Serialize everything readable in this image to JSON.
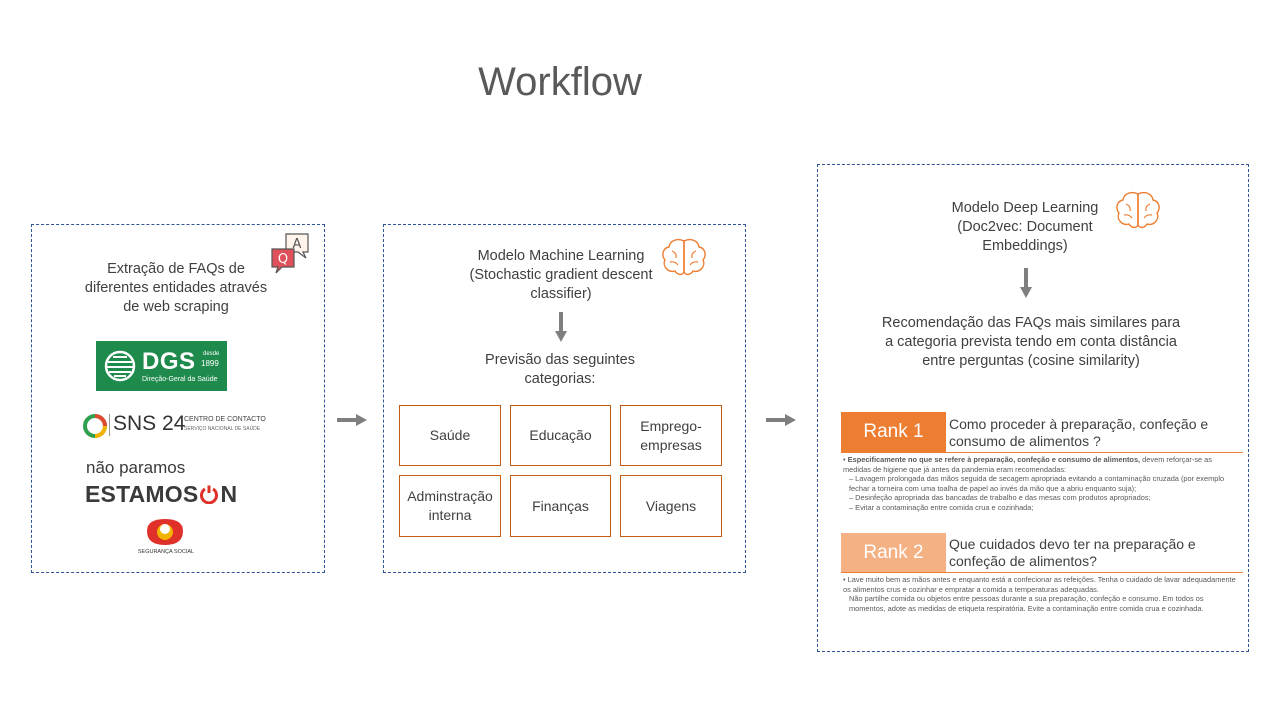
{
  "title": "Workflow",
  "panel1": {
    "text": "Extração de FAQs de diferentes entidades através de web scraping",
    "logos": {
      "dgs": {
        "main": "DGS",
        "since": "desde",
        "year": "1899",
        "sub": "Direção-Geral da Saúde"
      },
      "sns": {
        "main": "SNS 24",
        "line1": "CENTRO DE CONTACTO",
        "line2": "SERVIÇO NACIONAL DE SAÚDE"
      },
      "estamos": {
        "line1": "não paramos",
        "line2_a": "ESTAMOS",
        "line2_b": "N"
      },
      "seg": {
        "label": "SEGURANÇA SOCIAL"
      }
    },
    "qa_icon": {
      "a": "A",
      "q": "Q"
    }
  },
  "panel2": {
    "model": "Modelo Machine Learning (Stochastic gradient descent classifier)",
    "prediction": "Previsão das seguintes categorias:",
    "categories": [
      "Saúde",
      "Educação",
      "Emprego-empresas",
      "Adminstração interna",
      "Finanças",
      "Viagens"
    ]
  },
  "panel3": {
    "model": "Modelo Deep Learning (Doc2vec: Document Embeddings)",
    "recommendation": "Recomendação das FAQs mais similares para a categoria prevista tendo em conta distância entre perguntas (cosine similarity)",
    "ranks": [
      {
        "label": "Rank 1",
        "question": "Como proceder à preparação, confeção e consumo de alimentos ?",
        "answer_bold": "Especificamente no que se refere à preparação, confeção e consumo de alimentos,",
        "answer_lead": " devem reforçar-se as medidas de higiene que já antes da pandemia eram recomendadas:",
        "answer_items": [
          "– Lavagem prolongada das mãos seguida de secagem apropriada evitando a contaminação cruzada (por exemplo fechar a torneira com uma toalha de papel ao invés da mão que a abriu enquanto suja);",
          "– Desinfeção apropriada das bancadas de trabalho e das mesas com produtos apropriados;",
          "– Evitar a contaminação entre comida crua e cozinhada;"
        ]
      },
      {
        "label": "Rank 2",
        "question": "Que cuidados devo ter na preparação e confeção de alimentos?",
        "answer_lead": "Lave muito bem as mãos antes e enquanto está a confecionar as refeições. Tenha o cuidado de lavar adequadamente os alimentos crus e cozinhar e empratar a comida a temperaturas adequadas.",
        "answer_items": [
          "Não partilhe comida ou objetos entre pessoas durante a sua preparação, confeção e consumo. Em todos os momentos, adote as medidas de etiqueta respiratória. Evite a contaminação entre comida crua e cozinhada."
        ]
      }
    ]
  },
  "colors": {
    "panel_border": "#2f5597",
    "category_border": "#c55a11",
    "rank1": "#ed7d31",
    "rank2": "#f4b183",
    "arrow": "#7f7f7f",
    "dgs_green": "#1e8a4c",
    "icon_orange": "#ed7d31"
  },
  "icons": [
    "qa-bubbles-icon",
    "brain-icon",
    "arrow-right-icon",
    "arrow-down-icon"
  ]
}
